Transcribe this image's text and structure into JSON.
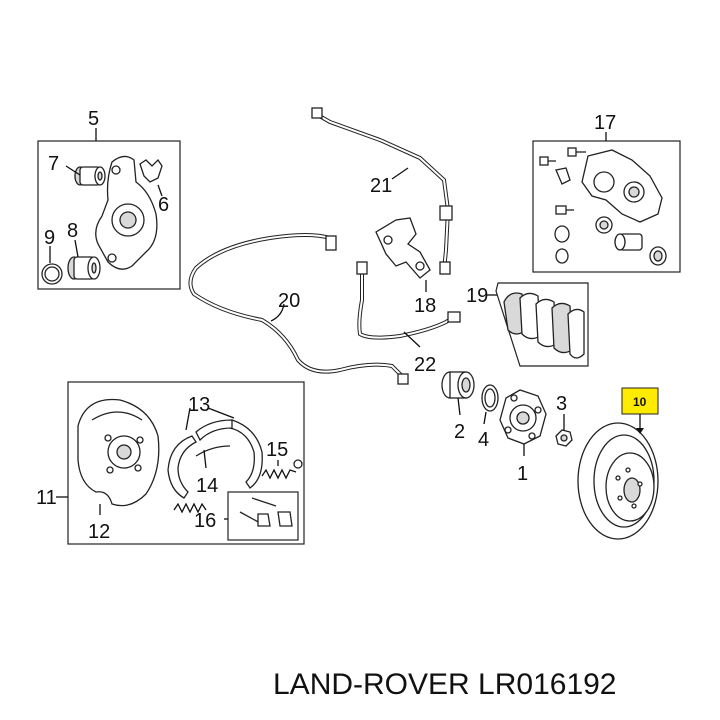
{
  "callouts": {
    "c1": "1",
    "c2": "2",
    "c3": "3",
    "c4": "4",
    "c5": "5",
    "c6": "6",
    "c7": "7",
    "c8": "8",
    "c9": "9",
    "c10": "10",
    "c11": "11",
    "c12": "12",
    "c13": "13",
    "c14": "14",
    "c15": "15",
    "c16": "16",
    "c17": "17",
    "c18": "18",
    "c19": "19",
    "c20": "20",
    "c21": "21",
    "c22": "22"
  },
  "highlight": {
    "callout": "10",
    "color": "#ffeb00"
  },
  "caption": {
    "text": "LAND-ROVER LR016192"
  }
}
